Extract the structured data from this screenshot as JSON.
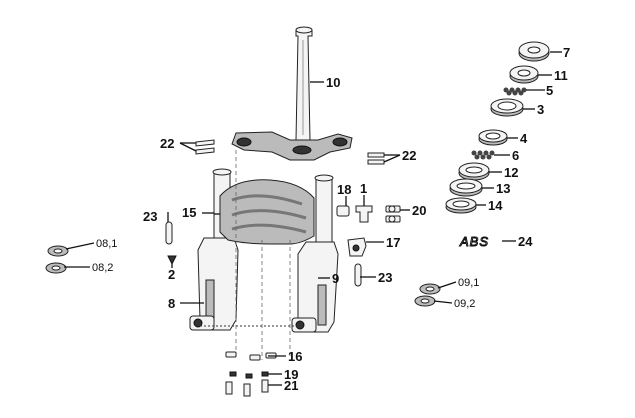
{
  "diagram": {
    "labels": {
      "p1": "1",
      "p2": "2",
      "p3": "3",
      "p4": "4",
      "p5": "5",
      "p6": "6",
      "p7": "7",
      "p8": "8",
      "p9": "9",
      "p10": "10",
      "p11": "11",
      "p12": "12",
      "p13": "13",
      "p14": "14",
      "p15": "15",
      "p16": "16",
      "p17": "17",
      "p18": "18",
      "p19": "19",
      "p20": "20",
      "p21": "21",
      "p22a": "22",
      "p22b": "22",
      "p23a": "23",
      "p23b": "23",
      "p24": "24",
      "p08_1": "08,1",
      "p08_2": "08,2",
      "p09_1": "09,1",
      "p09_2": "09,2",
      "abs": "ABS"
    }
  }
}
